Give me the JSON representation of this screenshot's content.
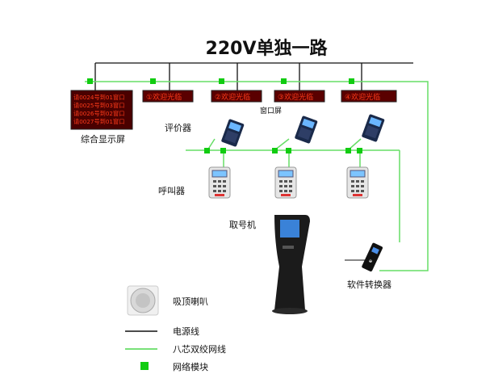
{
  "title": "220V单独一路",
  "labels": {
    "main_display": "综合显示屏",
    "window_screen": "窗口屏",
    "evaluator": "评价器",
    "caller": "呼叫器",
    "ticket_machine": "取号机",
    "converter": "软件转换器",
    "ceiling_speaker": "吸顶喇叭"
  },
  "main_display_lines": [
    "请0024号到01窗口",
    "请0025号到03窗口",
    "请0026号到02窗口",
    "请0027号到01窗口"
  ],
  "window_screens": [
    "①欢迎光临",
    "②欢迎光临",
    "③欢迎光临",
    "④欢迎光临"
  ],
  "legend": [
    {
      "label": "电源线",
      "kind": "line",
      "color": "#111111"
    },
    {
      "label": "八芯双绞网线",
      "kind": "line",
      "color": "#66dd66"
    },
    {
      "label": "网络模块",
      "kind": "square",
      "color": "#11cc11"
    }
  ],
  "colors": {
    "power": "#111111",
    "network": "#66dd66",
    "module": "#11cc11",
    "led_text": "#ff3b1a",
    "led_bg": "#5a0000"
  }
}
